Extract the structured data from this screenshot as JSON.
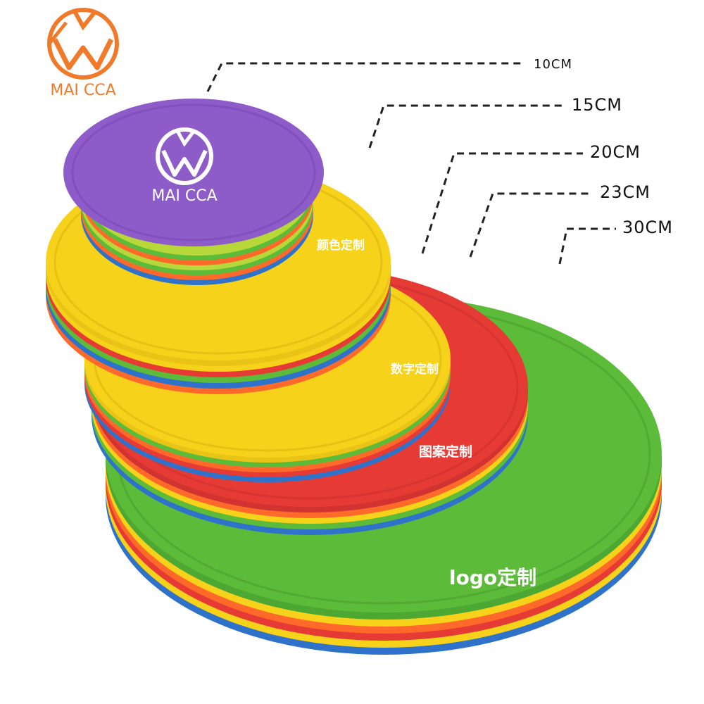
{
  "brand": {
    "name": "MAI CCA",
    "color": "#F07A2A"
  },
  "sizes": [
    {
      "label": "10CM"
    },
    {
      "label": "15CM"
    },
    {
      "label": "20CM"
    },
    {
      "label": "23CM"
    },
    {
      "label": "30CM"
    }
  ],
  "custom_labels": {
    "color": "颜色定制",
    "number": "数字定制",
    "pattern": "图案定制",
    "logo": "logo定制"
  },
  "disc_colors": {
    "purple": "#8E5CC8",
    "yellow": "#F7D21A",
    "red": "#E63A35",
    "green": "#5DBB3A",
    "orange": "#FF6A2B",
    "blue": "#2F72C9",
    "lime": "#B8D83A"
  }
}
